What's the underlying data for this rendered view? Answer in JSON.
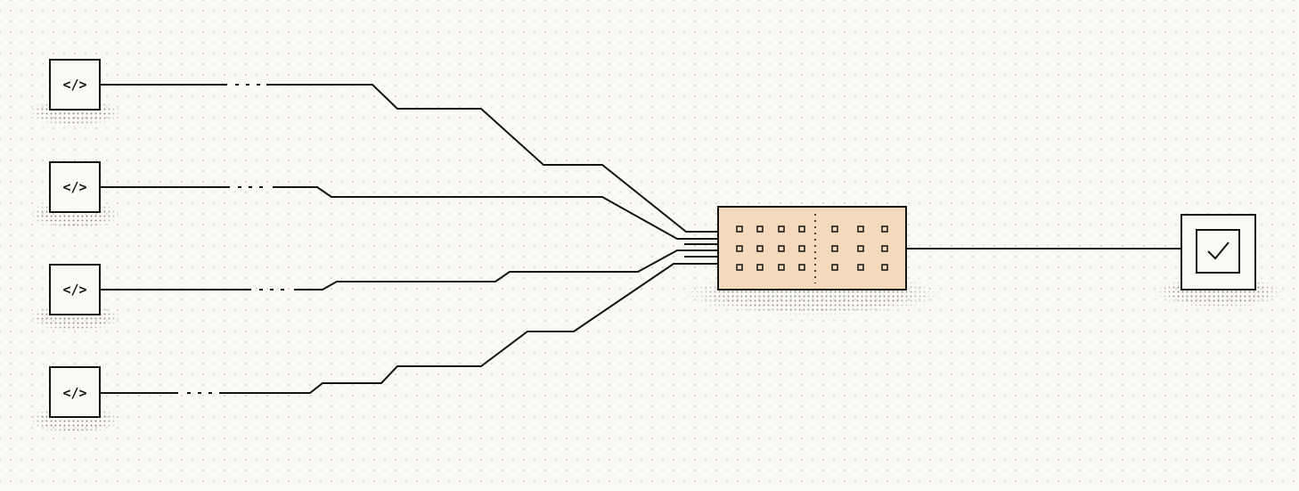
{
  "diagram": {
    "colors": {
      "background": "#faf9f5",
      "stroke": "#141413",
      "hub_fill": "#f5d9bd",
      "shadow_dots": "#8a867c"
    },
    "sources": [
      {
        "label": "</>",
        "icon": "code-icon"
      },
      {
        "label": "</>",
        "icon": "code-icon"
      },
      {
        "label": "</>",
        "icon": "code-icon"
      },
      {
        "label": "</>",
        "icon": "code-icon"
      }
    ],
    "hub": {
      "icon": "grid-squares-icon",
      "left_columns": 4,
      "right_columns": 3,
      "rows": 3
    },
    "result": {
      "icon": "checkmark-icon"
    }
  }
}
